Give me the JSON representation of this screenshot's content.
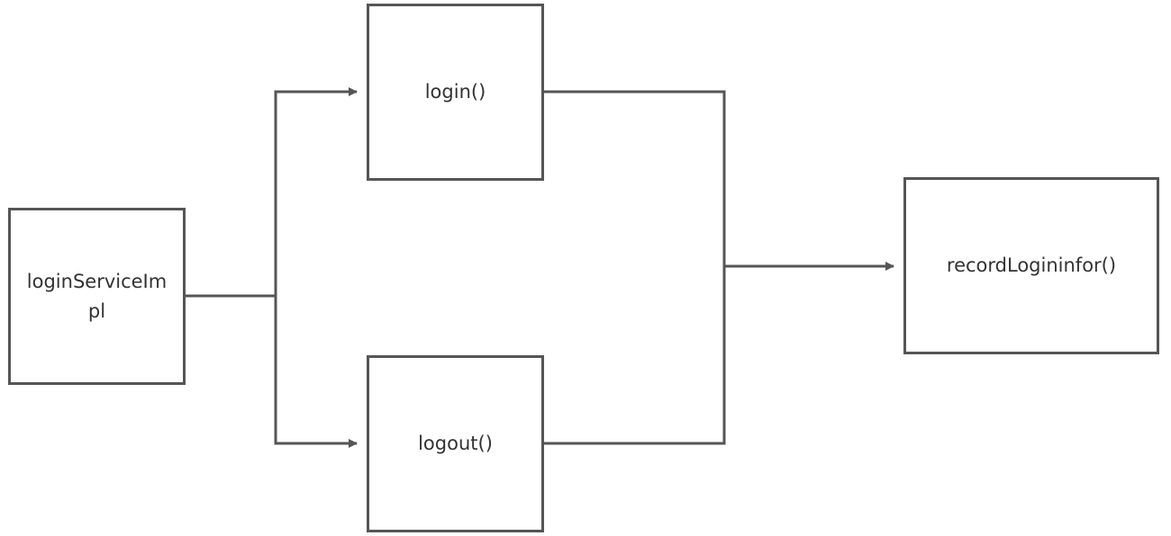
{
  "diagram": {
    "stroke_color": "#555555",
    "nodes": {
      "service": {
        "lines": [
          "loginServiceIm",
          "pl"
        ]
      },
      "login": {
        "label": "login()"
      },
      "logout": {
        "label": "logout()"
      },
      "record": {
        "label": "recordLogininfor()"
      }
    },
    "edges": [
      {
        "from": "loginServiceImpl",
        "to": "login()"
      },
      {
        "from": "loginServiceImpl",
        "to": "logout()"
      },
      {
        "from": "login()",
        "to": "recordLogininfor()"
      },
      {
        "from": "logout()",
        "to": "recordLogininfor()"
      }
    ]
  }
}
